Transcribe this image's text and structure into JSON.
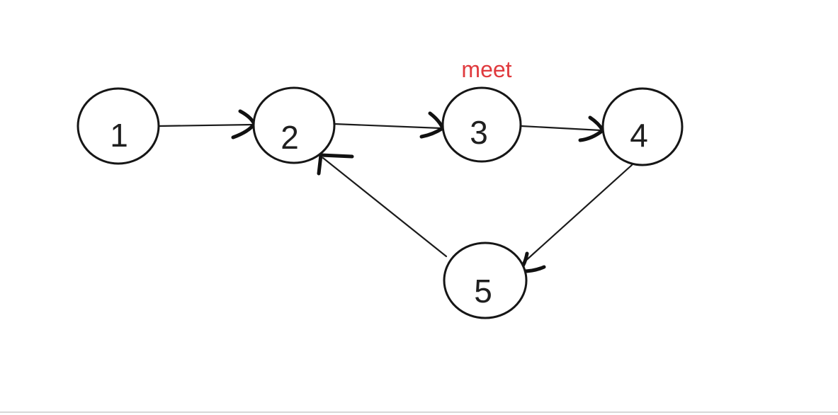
{
  "page": {
    "background": "#ffffff",
    "bottom_rule_color": "#d7d7d7"
  },
  "diagram": {
    "type": "directed-graph",
    "ink_color": "#161616",
    "annotation": {
      "text": "meet",
      "color": "#e03a3e"
    },
    "nodes": [
      {
        "id": "1",
        "label": "1"
      },
      {
        "id": "2",
        "label": "2"
      },
      {
        "id": "3",
        "label": "3"
      },
      {
        "id": "4",
        "label": "4"
      },
      {
        "id": "5",
        "label": "5"
      }
    ],
    "edges": [
      {
        "from": "1",
        "to": "2"
      },
      {
        "from": "2",
        "to": "3"
      },
      {
        "from": "3",
        "to": "4"
      },
      {
        "from": "4",
        "to": "5"
      },
      {
        "from": "5",
        "to": "2"
      }
    ]
  }
}
